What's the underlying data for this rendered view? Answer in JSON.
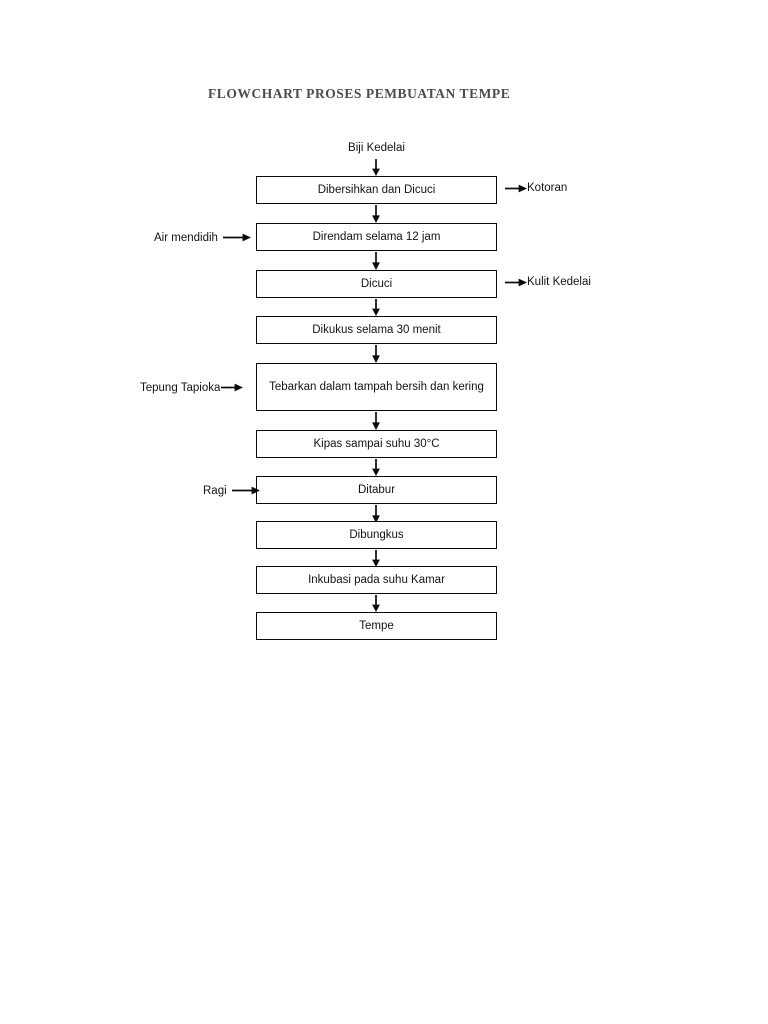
{
  "document": {
    "title": "FLOWCHART PROSES PEMBUATAN TEMPE",
    "title_color": "#4a4a53",
    "page_background": "#ffffff",
    "ink_color": "#141414",
    "box_border_color": "#0b0b0b"
  },
  "flowchart": {
    "type": "process-flow",
    "orientation": "top-to-bottom",
    "start_label": "Biji Kedelai",
    "nodes": [
      {
        "id": "n1",
        "label": "Dibersihkan dan Dicuci",
        "lines": 1
      },
      {
        "id": "n2",
        "label": "Direndam selama 12 jam",
        "lines": 1
      },
      {
        "id": "n3",
        "label": "Dicuci",
        "lines": 1
      },
      {
        "id": "n4",
        "label": "Dikukus selama 30 menit",
        "lines": 1
      },
      {
        "id": "n5",
        "label": "Tebarkan dalam tampah bersih dan kering",
        "lines": 2
      },
      {
        "id": "n6",
        "label": "Kipas sampai suhu 30°C",
        "lines": 1
      },
      {
        "id": "n7",
        "label": "Ditabur",
        "lines": 1
      },
      {
        "id": "n8",
        "label": "Dibungkus",
        "lines": 1
      },
      {
        "id": "n9",
        "label": "Inkubasi pada suhu Kamar",
        "lines": 1
      },
      {
        "id": "n10",
        "label": "Tempe",
        "lines": 1
      }
    ],
    "inputs": [
      {
        "label": "Air mendidih",
        "target": "n2",
        "side": "left"
      },
      {
        "label": "Tepung Tapioka",
        "target": "n5",
        "side": "left"
      },
      {
        "label": "Ragi",
        "target": "n7",
        "side": "left"
      }
    ],
    "outputs": [
      {
        "label": "Kotoran",
        "source": "n1",
        "side": "right"
      },
      {
        "label": "Kulit Kedelai",
        "source": "n3",
        "side": "right"
      }
    ],
    "connectors": {
      "count": 10,
      "glyph": "down-arrow"
    }
  }
}
